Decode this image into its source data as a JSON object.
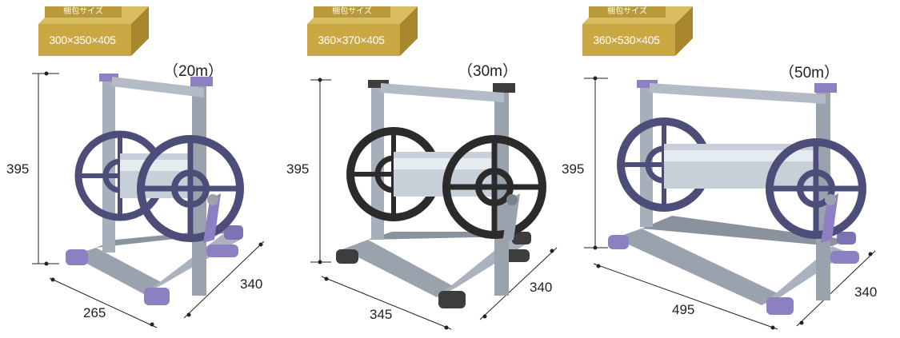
{
  "products": [
    {
      "box_tag": "梱包サイズ",
      "box_size": "300×350×405",
      "length": "（20m）",
      "height": "395",
      "width": "265",
      "depth": "340"
    },
    {
      "box_tag": "梱包サイズ",
      "box_size": "360×370×405",
      "length": "（30m）",
      "height": "395",
      "width": "345",
      "depth": "340"
    },
    {
      "box_tag": "梱包サイズ",
      "box_size": "360×530×405",
      "length": "（50m）",
      "height": "395",
      "width": "495",
      "depth": "340"
    }
  ],
  "colors": {
    "box_front": "#c9a844",
    "box_side": "#a8872c",
    "box_top": "#d9bd62",
    "frame": "#9aa3ad",
    "reel_purple": "#4d4d7a",
    "reel_black": "#2b2b2b",
    "feet_purple": "#8d80c2"
  }
}
